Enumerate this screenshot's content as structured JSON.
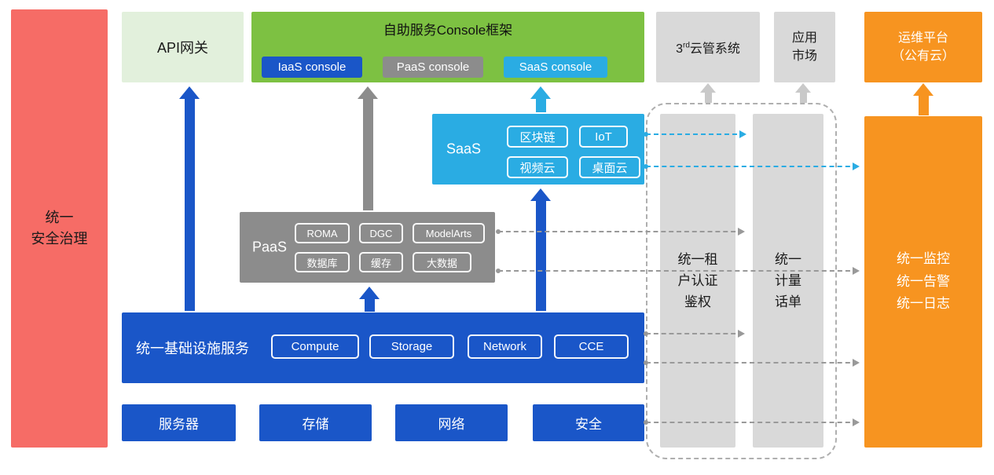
{
  "colors": {
    "red": "#F66C66",
    "light_green": "#E2F0DC",
    "green": "#7DC142",
    "blue": "#1A56C8",
    "gray": "#8C8C8C",
    "light_gray": "#D9D9D9",
    "cyan": "#2AACE3",
    "orange": "#F79420"
  },
  "security_bar": {
    "label": "统一\n安全治理"
  },
  "api_gateway": {
    "label": "API网关"
  },
  "console_frame": {
    "title": "自助服务Console框架",
    "consoles": [
      {
        "label": "IaaS console"
      },
      {
        "label": "PaaS console"
      },
      {
        "label": "SaaS console"
      }
    ]
  },
  "third_party_cloud": {
    "prefix": "3",
    "sup": "rd",
    "suffix": "云管系统"
  },
  "app_market": {
    "label": "应用\n市场"
  },
  "om_platform": {
    "label": "运维平台\n（公有云）"
  },
  "saas": {
    "label": "SaaS",
    "items": [
      "区块链",
      "IoT",
      "视频云",
      "桌面云"
    ]
  },
  "paas": {
    "label": "PaaS",
    "items": [
      "ROMA",
      "DGC",
      "ModelArts",
      "数据库",
      "缓存",
      "大数据"
    ]
  },
  "infrastructure": {
    "label": "统一基础设施服务",
    "items": [
      "Compute",
      "Storage",
      "Network",
      "CCE"
    ]
  },
  "resource_row": {
    "items": [
      "服务器",
      "存储",
      "网络",
      "安全"
    ]
  },
  "auth_bar": {
    "label": "统一租\n户认证\n鉴权"
  },
  "metering_bar": {
    "label": "统一\n计量\n话单"
  },
  "monitor_bar": {
    "label": "统一监控\n统一告警\n统一日志"
  }
}
